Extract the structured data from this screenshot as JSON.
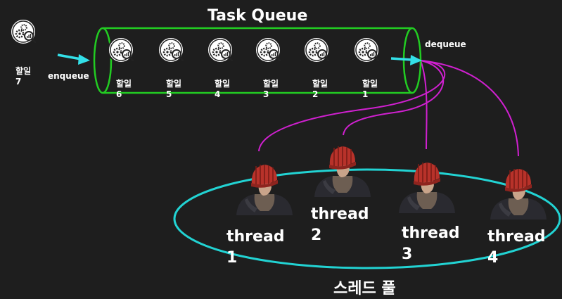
{
  "title": "Task Queue",
  "enqueue_label": "enqueue",
  "dequeue_label": "dequeue",
  "pool_label": "스레드 풀",
  "incoming_task": {
    "label": "할일",
    "number": "7"
  },
  "queue_tasks": [
    {
      "label": "할일",
      "number": "6"
    },
    {
      "label": "할일",
      "number": "5"
    },
    {
      "label": "할일",
      "number": "4"
    },
    {
      "label": "할일",
      "number": "3"
    },
    {
      "label": "할일",
      "number": "2"
    },
    {
      "label": "할일",
      "number": "1"
    }
  ],
  "threads": [
    {
      "label": "thread",
      "number": "1"
    },
    {
      "label": "thread",
      "number": "2"
    },
    {
      "label": "thread",
      "number": "3"
    },
    {
      "label": "thread",
      "number": "4"
    }
  ],
  "colors": {
    "background": "#1e1e1e",
    "queue_outline": "#22cc22",
    "pool_outline": "#22d3d3",
    "arrow": "#33e0e8",
    "connector": "#d020d0",
    "hat": "#b8322a"
  }
}
